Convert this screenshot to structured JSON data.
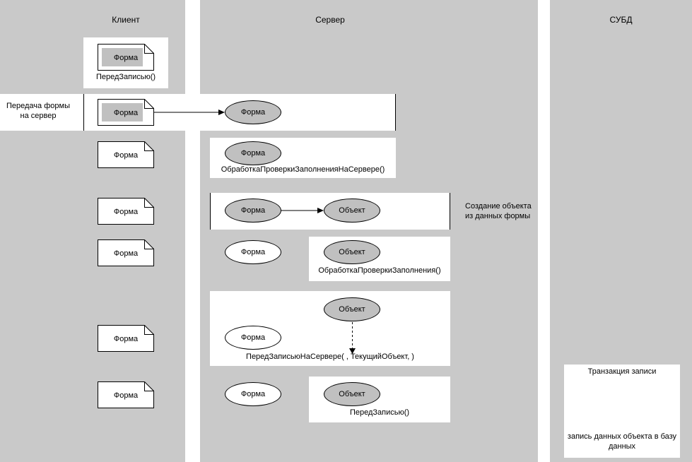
{
  "columns": {
    "client": {
      "title": "Клиент"
    },
    "server": {
      "title": "Сервер"
    },
    "dbms": {
      "title": "СУБД"
    }
  },
  "node_labels": {
    "form": "Форма",
    "object": "Объект"
  },
  "rows": {
    "row1": {
      "handler": "ПередЗаписью()"
    },
    "row2": {
      "annotation": "Передача формы на сервер"
    },
    "row3": {
      "handler": "ОбработкаПроверкиЗаполненияНаСервере()"
    },
    "row4": {
      "annotation": "Создание объекта из данных формы"
    },
    "row5": {
      "handler": "ОбработкаПроверкиЗаполнения()"
    },
    "row6": {
      "handler": "ПередЗаписьюНаСервере( , ТекущийОбъект, )"
    },
    "row7": {
      "handler": "ПередЗаписью()"
    }
  },
  "dbms_box": {
    "transaction_label": "Транзакция записи",
    "write_note": "запись данных объекта в базу данных"
  },
  "colors": {
    "column_bg": "#c9c9c9",
    "node_gray": "#c0c0c0",
    "node_white": "#ffffff",
    "line": "#000000"
  }
}
